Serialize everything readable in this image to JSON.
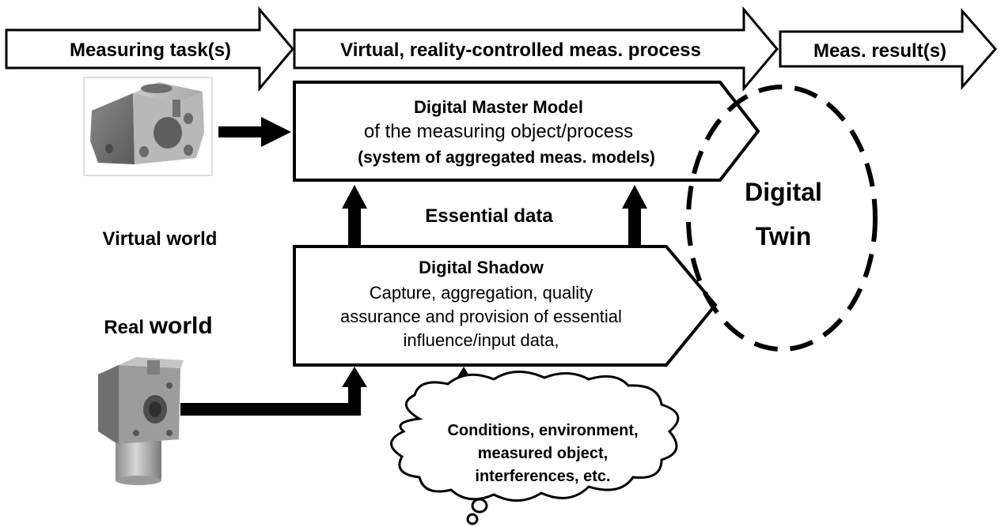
{
  "process_arrows": {
    "task": "Measuring task(s)",
    "process": "Virtual, reality-controlled meas. process",
    "result": "Meas. result(s)"
  },
  "master_model": {
    "title": "Digital Master Model",
    "line2": "of the measuring object/process",
    "line3": "(system of aggregated meas. models)"
  },
  "essential_data": "Essential data",
  "virtual_world": "Virtual world",
  "real_world": {
    "part1": "Real ",
    "part2": "world"
  },
  "digital_shadow": {
    "title": "Digital Shadow",
    "line2": "Capture, aggregation, quality",
    "line3": "assurance and provision of essential",
    "line4": "influence/input data,"
  },
  "digital_twin": {
    "line1": "Digital",
    "line2": "Twin"
  },
  "cloud": {
    "line1": "Conditions, environment,",
    "line2": "measured object,",
    "line3": "interferences, etc."
  },
  "icons": {
    "virtual_part": "cad-part-render-icon",
    "real_part": "machined-part-icon",
    "thought_cloud": "thought-cloud-icon"
  }
}
